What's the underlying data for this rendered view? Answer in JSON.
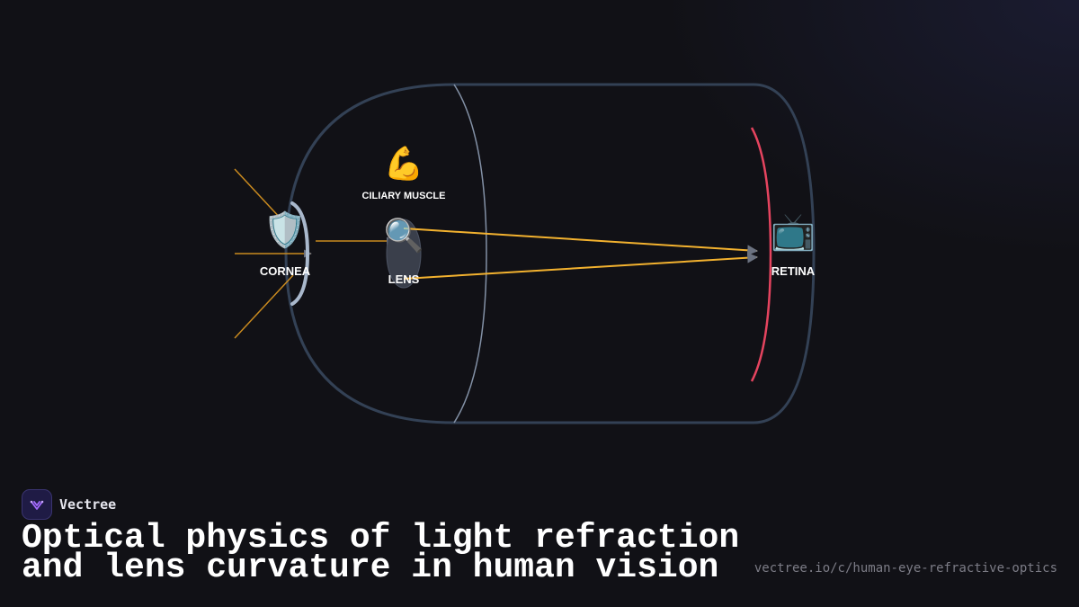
{
  "diagram": {
    "labels": {
      "cornea": "CORNEA",
      "ciliary_muscle": "CILIARY MUSCLE",
      "lens": "LENS",
      "retina": "RETINA"
    },
    "icons": {
      "cornea": "shield-icon",
      "ciliary_muscle": "flexed-biceps-icon",
      "lens": "magnifying-glass-icon",
      "retina": "television-icon"
    },
    "colors": {
      "eyeball_outline": "#334155",
      "light_rays": "#f3b22f",
      "retina": "#e5445f",
      "cornea": "#a9b8cc",
      "lens": "#3a3f4b",
      "arrowhead": "#6b7280"
    }
  },
  "brand": {
    "name": "Vectree",
    "logo_icon": "vectree-logo-icon"
  },
  "title": {
    "line1": "Optical physics of light refraction",
    "line2": "and lens curvature in human vision"
  },
  "url": "vectree.io/c/human-eye-refractive-optics"
}
